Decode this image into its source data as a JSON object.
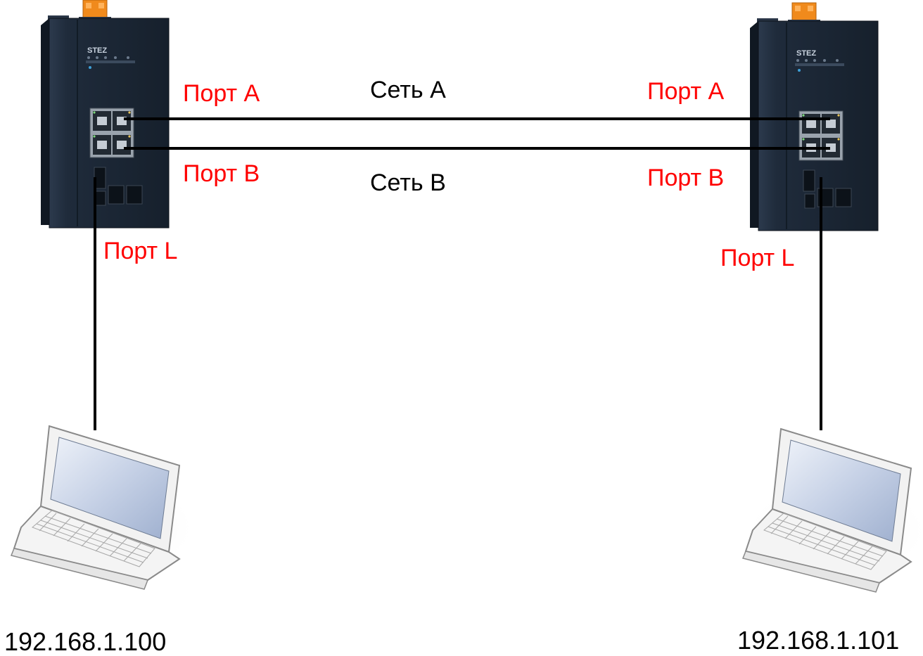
{
  "colors": {
    "port_label": "#ff0000",
    "network_label": "#000000",
    "cable": "#000000",
    "switch_body": "#1e2a3a",
    "terminal_block": "#f08a1c"
  },
  "devices": {
    "switch_left": {
      "brand": "STEZ",
      "port_a_label": "Порт A",
      "port_b_label": "Порт B",
      "port_l_label": "Порт L"
    },
    "switch_right": {
      "brand": "STEZ",
      "port_a_label": "Порт A",
      "port_b_label": "Порт B",
      "port_l_label": "Порт L"
    },
    "laptop_left": {
      "icon": "laptop-icon",
      "ip": "192.168.1.100"
    },
    "laptop_right": {
      "icon": "laptop-icon",
      "ip": "192.168.1.101"
    }
  },
  "networks": {
    "a_label": "Сеть A",
    "b_label": "Сеть B"
  }
}
